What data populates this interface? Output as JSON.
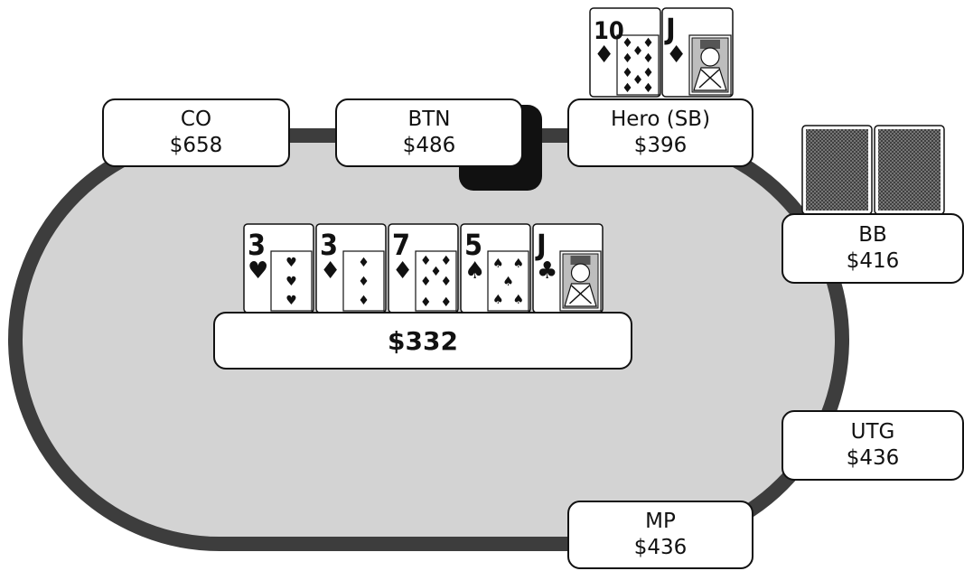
{
  "pot": {
    "amount": "$332"
  },
  "seats": [
    {
      "id": "co",
      "name": "CO",
      "stack": "$658"
    },
    {
      "id": "btn",
      "name": "BTN",
      "stack": "$486"
    },
    {
      "id": "hero",
      "name": "Hero (SB)",
      "stack": "$396"
    },
    {
      "id": "bb",
      "name": "BB",
      "stack": "$416"
    },
    {
      "id": "utg",
      "name": "UTG",
      "stack": "$436"
    },
    {
      "id": "mp",
      "name": "MP",
      "stack": "$436"
    }
  ],
  "hero_cards": [
    {
      "rank": "10",
      "suit": "diamonds"
    },
    {
      "rank": "J",
      "suit": "diamonds"
    }
  ],
  "board": [
    {
      "rank": "3",
      "suit": "hearts"
    },
    {
      "rank": "3",
      "suit": "diamonds"
    },
    {
      "rank": "7",
      "suit": "diamonds"
    },
    {
      "rank": "5",
      "suit": "spades"
    },
    {
      "rank": "J",
      "suit": "clubs"
    }
  ],
  "bb_cards": [
    {
      "face": "down"
    },
    {
      "face": "down"
    }
  ],
  "dealer_button": "btn",
  "colors": {
    "felt": "#d3d3d3",
    "rail": "#3d3d3d",
    "ink": "#111111",
    "card": "#ffffff"
  }
}
